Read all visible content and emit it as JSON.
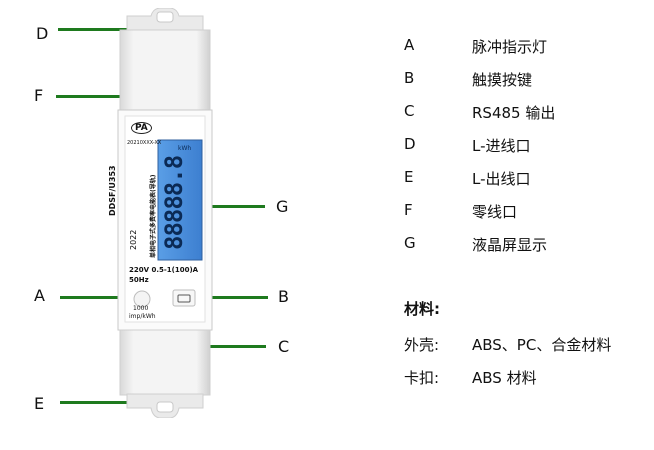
{
  "callouts": {
    "A": "A",
    "B": "B",
    "C": "C",
    "D": "D",
    "E": "E",
    "F": "F",
    "G": "G"
  },
  "legend": [
    {
      "key": "A",
      "value": "脉冲指示灯"
    },
    {
      "key": "B",
      "value": "触摸按键"
    },
    {
      "key": "C",
      "value": "RS485 输出"
    },
    {
      "key": "D",
      "value": "L-进线口"
    },
    {
      "key": "E",
      "value": "L-出线口"
    },
    {
      "key": "F",
      "value": "零线口"
    },
    {
      "key": "G",
      "value": "液晶屏显示"
    }
  ],
  "materials": {
    "title": "材料:",
    "rows": [
      {
        "key": "外壳:",
        "value": "ABS、PC、合金材料"
      },
      {
        "key": "卡扣:",
        "value": "ABS 材料"
      }
    ]
  },
  "device": {
    "logo": "PA",
    "serial": "20210XXX-XX",
    "model": "DDSF/U353",
    "year": "2022",
    "product_name": "单相电子式多费率电能表(导轨)",
    "unit": "kWh",
    "lcd_digits": "88888.8",
    "rating_line1": "220V  0.5-1(100)A",
    "rating_line2": "50Hz",
    "pulse_line1": "1000",
    "pulse_line2": "imp/kWh"
  },
  "colors": {
    "callout_line": "#1e7a1e",
    "lcd_blue": "#3f86d8",
    "body_gray": "#eeeeee"
  }
}
